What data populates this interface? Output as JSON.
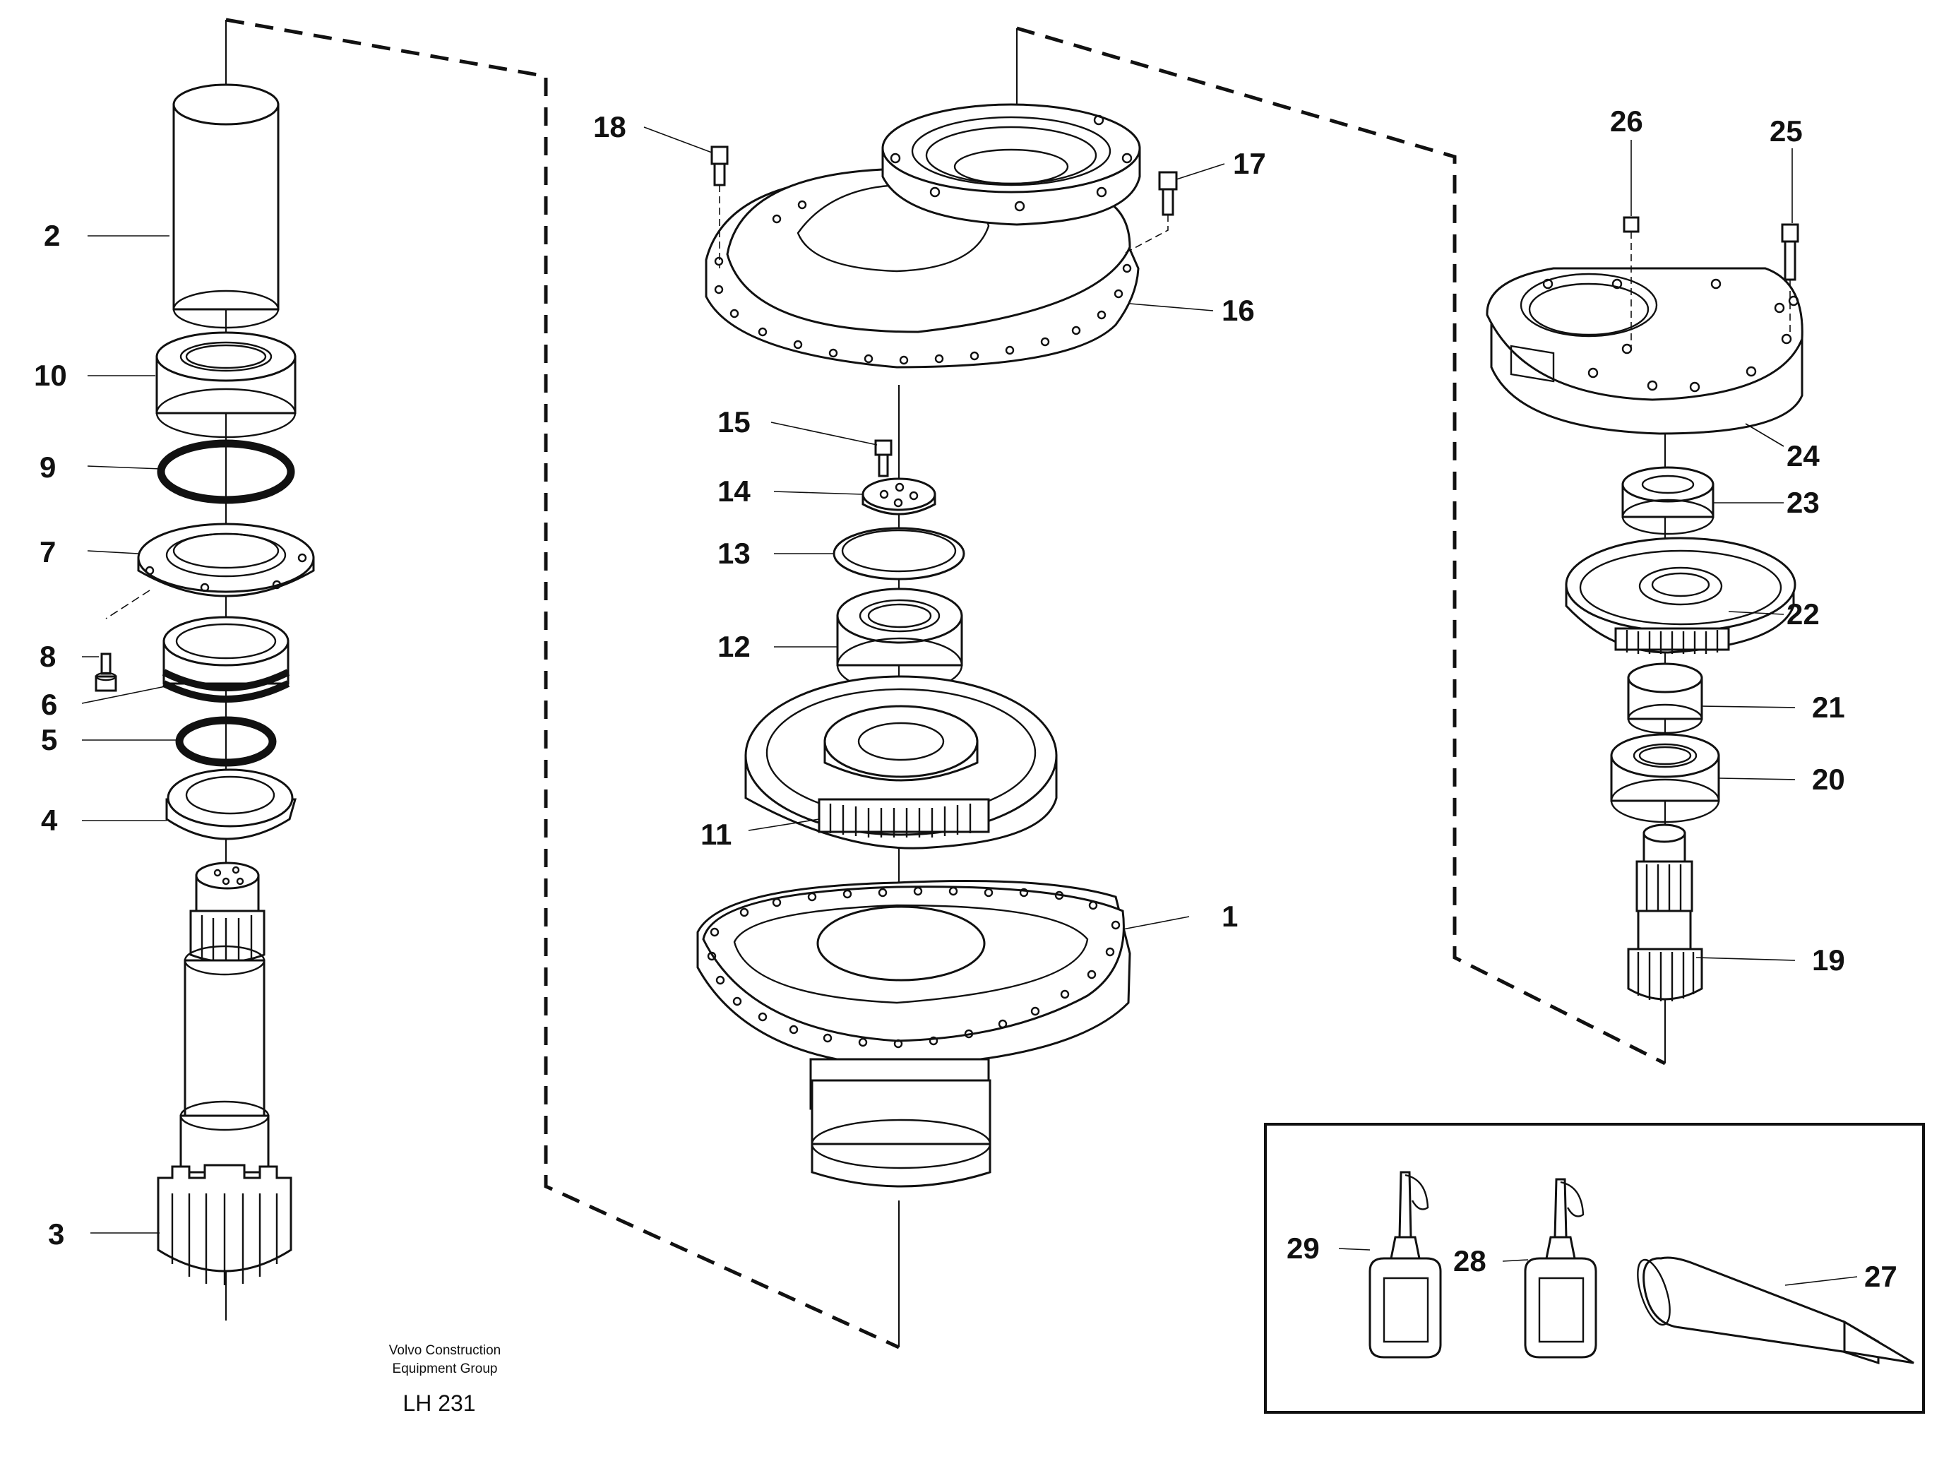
{
  "diagram": {
    "callouts": {
      "p1": "1",
      "p2": "2",
      "p3": "3",
      "p4": "4",
      "p5": "5",
      "p6": "6",
      "p7": "7",
      "p8": "8",
      "p9": "9",
      "p10": "10",
      "p11": "11",
      "p12": "12",
      "p13": "13",
      "p14": "14",
      "p15": "15",
      "p16": "16",
      "p17": "17",
      "p18": "18",
      "p19": "19",
      "p20": "20",
      "p21": "21",
      "p22": "22",
      "p23": "23",
      "p24": "24",
      "p25": "25",
      "p26": "26",
      "p27": "27",
      "p28": "28",
      "p29": "29"
    },
    "footer": {
      "company_line1": "Volvo Construction",
      "company_line2": "Equipment Group",
      "drawing_code": "LH 231"
    },
    "colors": {
      "ink": "#111111",
      "paper": "#ffffff"
    }
  }
}
